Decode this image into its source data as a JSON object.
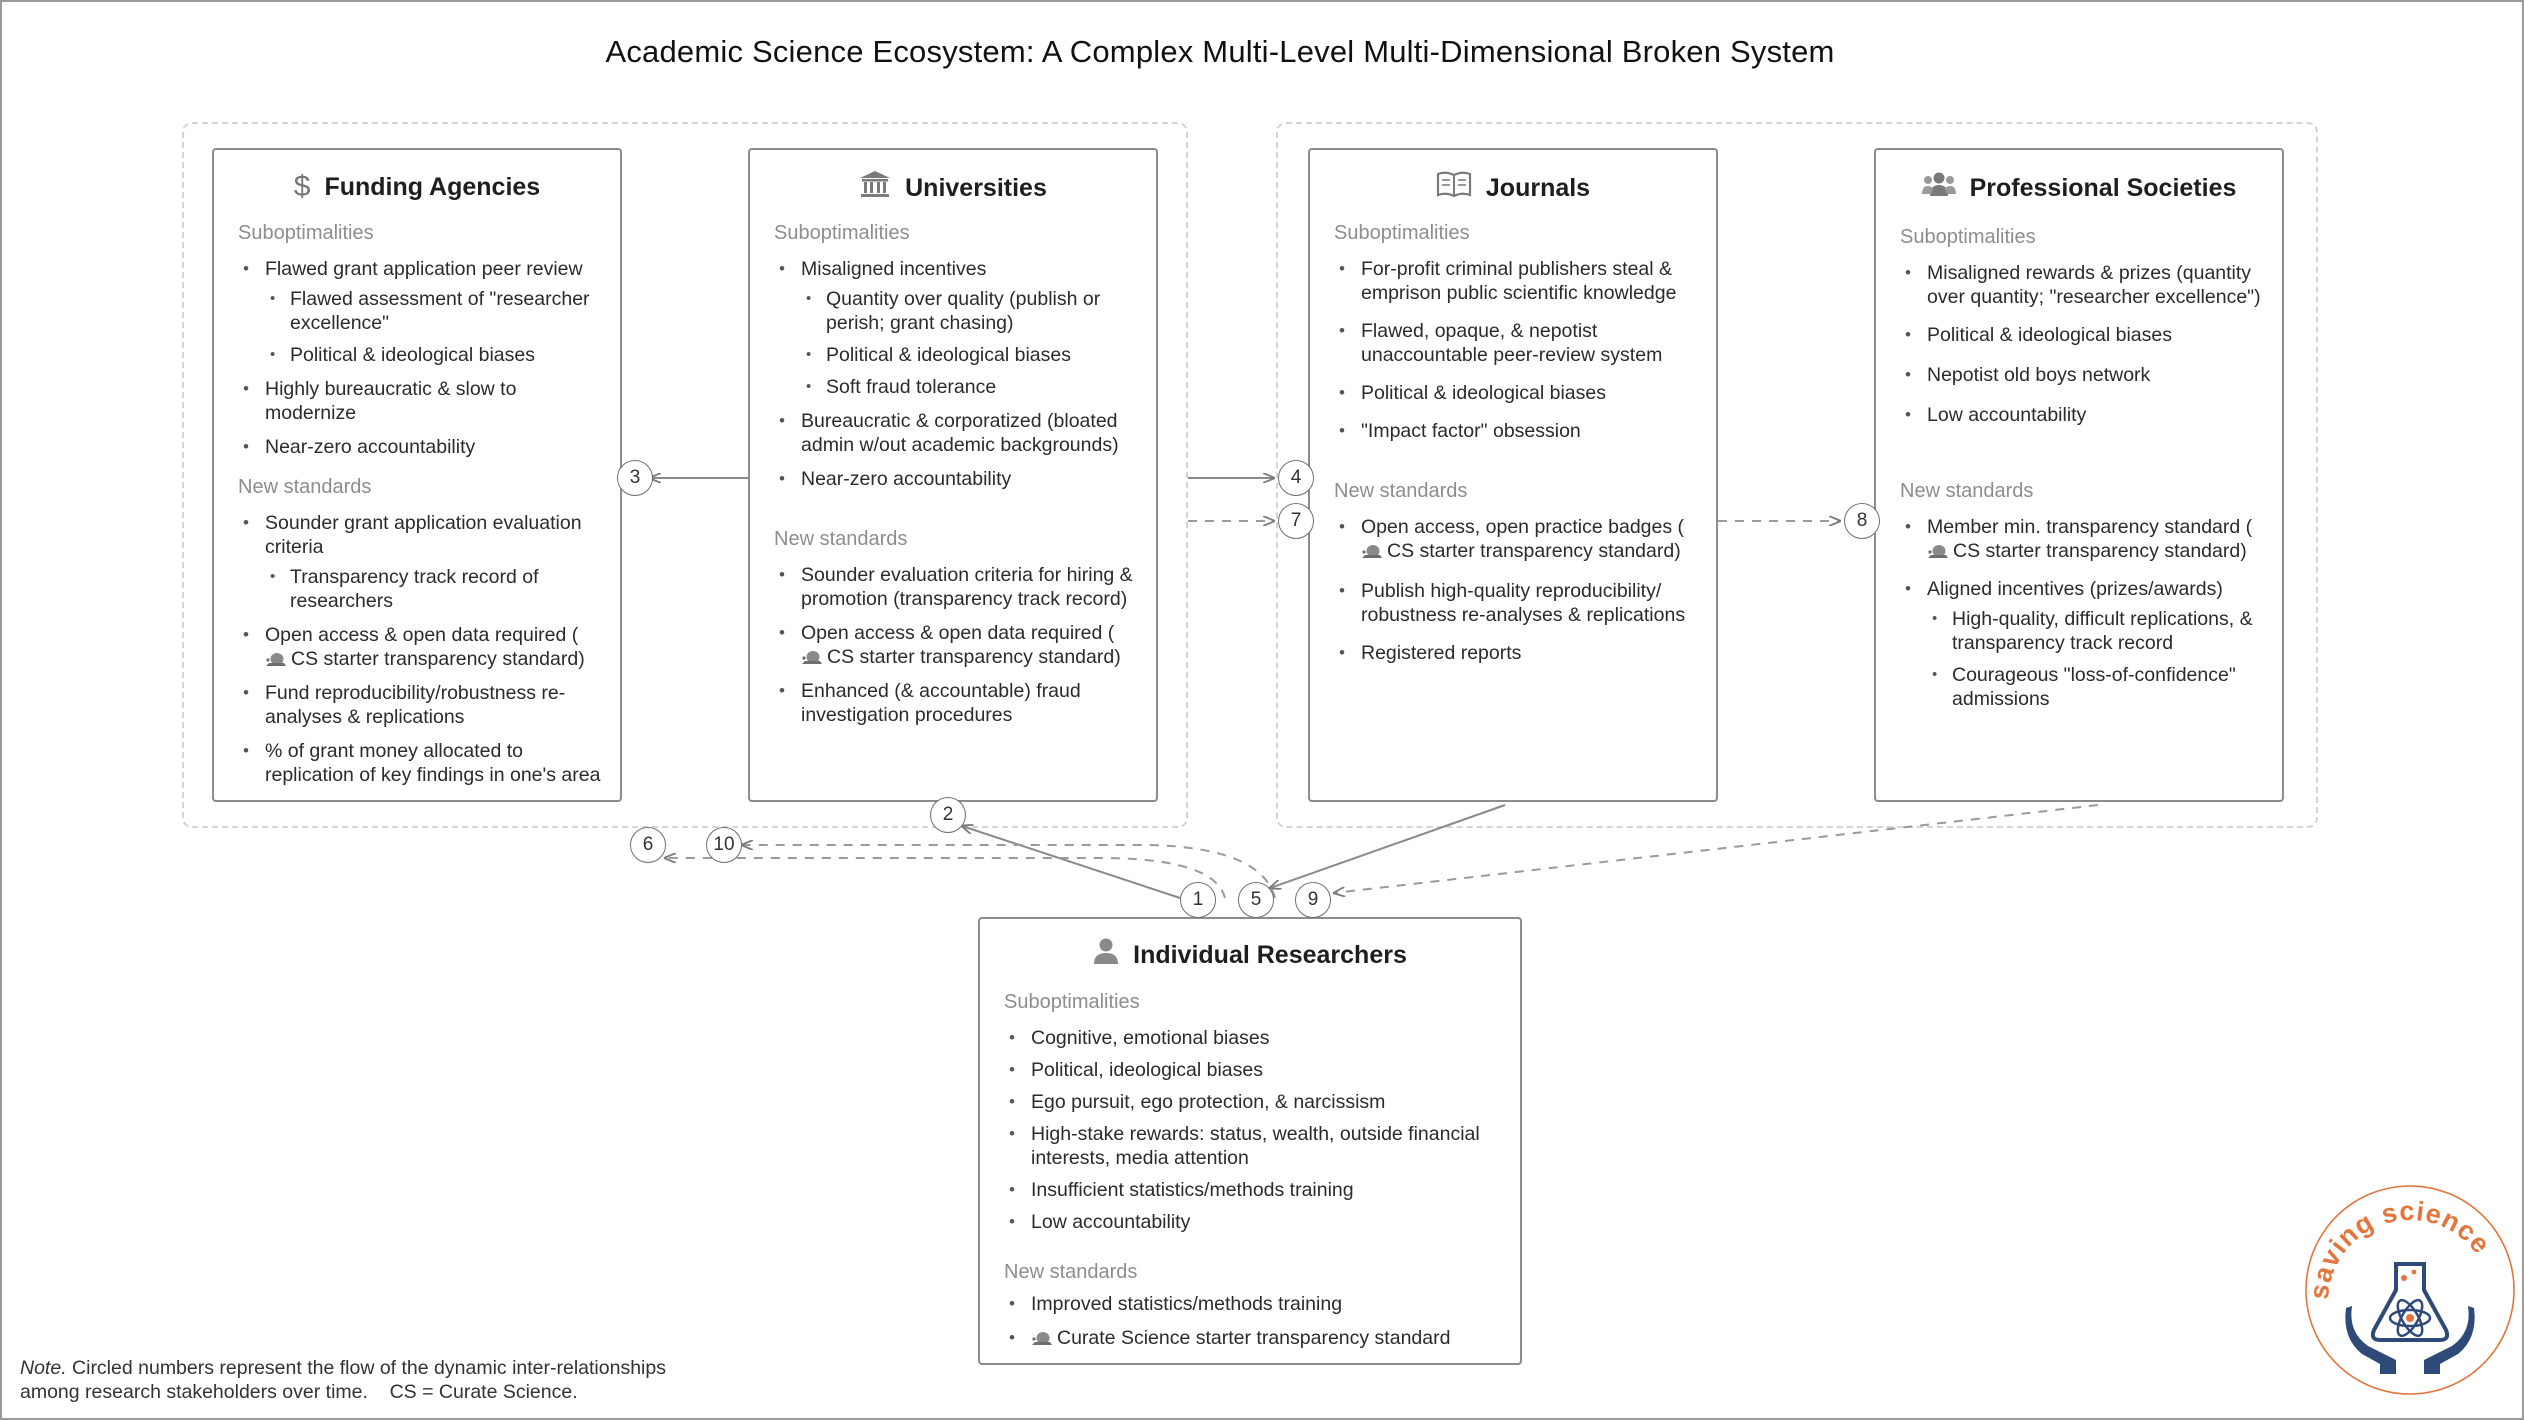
{
  "title": "Academic Science Ecosystem: A Complex Multi-Level Multi-Dimensional Broken System",
  "colors": {
    "accent_logo": "#e2763c",
    "logo_navy": "#2d4a78",
    "text": "#262626",
    "muted": "#8d8d8d",
    "border": "#8c8c8c"
  },
  "boxes": {
    "funding": {
      "title": "Funding Agencies",
      "icon": "dollar-icon",
      "subopt_label": "Suboptimalities",
      "subopt": {
        "i0": "Flawed grant application peer review",
        "i0_sub0": "Flawed assessment of \"researcher excellence\"",
        "i0_sub1": "Political & ideological biases",
        "i1": "Highly bureaucratic & slow to modernize",
        "i2": "Near-zero accountability"
      },
      "new_label": "New standards",
      "new": {
        "i0": "Sounder grant application evaluation criteria",
        "i0_sub0": "Transparency track record of researchers",
        "i1_pre": "Open access & open data required (",
        "i1_post": "CS starter transparency standard)",
        "i2": "Fund reproducibility/robustness re-analyses & replications",
        "i3": "% of grant money allocated to replication of key findings in one's area"
      }
    },
    "universities": {
      "title": "Universities",
      "icon": "university-icon",
      "subopt_label": "Suboptimalities",
      "subopt": {
        "i0": "Misaligned incentives",
        "i0_sub0": "Quantity over quality (publish or perish; grant chasing)",
        "i0_sub1": "Political & ideological biases",
        "i0_sub2": "Soft fraud tolerance",
        "i1": "Bureaucratic & corporatized (bloated admin w/out academic backgrounds)",
        "i2": "Near-zero accountability"
      },
      "new_label": "New standards",
      "new": {
        "i0": "Sounder evaluation criteria for hiring & promotion (transparency track record)",
        "i1_pre": "Open access & open data required (",
        "i1_post": "CS starter transparency standard)",
        "i2": "Enhanced (& accountable) fraud investigation procedures"
      }
    },
    "journals": {
      "title": "Journals",
      "icon": "book-icon",
      "subopt_label": "Suboptimalities",
      "subopt": {
        "i0": "For-profit criminal publishers steal & emprison public scientific knowledge",
        "i1": "Flawed, opaque, & nepotist unaccountable peer-review system",
        "i2": "Political & ideological biases",
        "i3": "\"Impact factor\" obsession"
      },
      "new_label": "New standards",
      "new": {
        "i0_pre": "Open access, open practice badges (",
        "i0_post": "CS starter transparency standard)",
        "i1": "Publish high-quality reproducibility/ robustness re-analyses & replications",
        "i2": "Registered reports"
      }
    },
    "societies": {
      "title": "Professional Societies",
      "icon": "users-icon",
      "subopt_label": "Suboptimalities",
      "subopt": {
        "i0": "Misaligned rewards & prizes (quantity over quantity; \"researcher excellence\")",
        "i1": "Political & ideological biases",
        "i2": "Nepotist old boys network",
        "i3": "Low accountability"
      },
      "new_label": "New standards",
      "new": {
        "i0_pre": "Member min. transparency standard (",
        "i0_post": "CS starter transparency standard)",
        "i1": "Aligned incentives (prizes/awards)",
        "i1_sub0": "High-quality, difficult replications, & transparency track record",
        "i1_sub1": "Courageous \"loss-of-confidence\" admissions"
      }
    },
    "researchers": {
      "title": "Individual Researchers",
      "icon": "user-icon",
      "subopt_label": "Suboptimalities",
      "subopt": {
        "i0": "Cognitive, emotional biases",
        "i1": "Political, ideological biases",
        "i2": "Ego pursuit, ego protection, & narcissism",
        "i3": "High-stake rewards: status, wealth, outside financial interests, media attention",
        "i4": "Insufficient statistics/methods training",
        "i5": "Low accountability"
      },
      "new_label": "New standards",
      "new": {
        "i0": "Improved statistics/methods training",
        "i1": "Curate Science starter transparency standard"
      }
    }
  },
  "flow_numbers": [
    "1",
    "2",
    "3",
    "4",
    "5",
    "6",
    "7",
    "8",
    "9",
    "10"
  ],
  "note": {
    "label": "Note.",
    "line1": " Circled numbers represent the flow of the dynamic inter-relationships",
    "line2": "among research stakeholders over time.    CS = Curate Science."
  },
  "logo": {
    "text": "saving science",
    "icon": "flask-atom-hands-icon"
  }
}
